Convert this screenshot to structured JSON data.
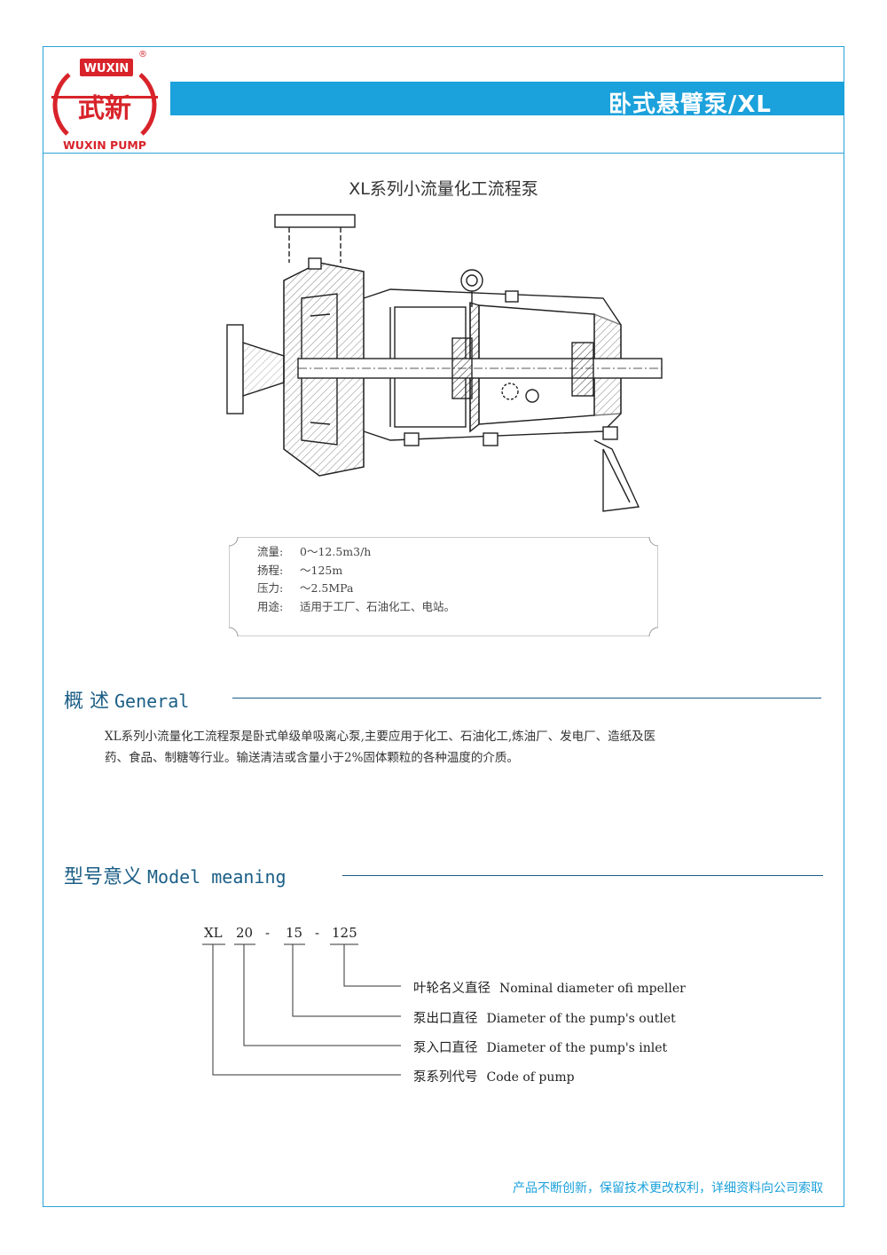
{
  "brand": {
    "top_text": "WUXIN",
    "chinese_mark": "武新",
    "bottom_text": "WUXIN PUMP",
    "registered": "®",
    "color_red": "#d8232a",
    "color_blue": "#1ba1db"
  },
  "header": {
    "title": "卧式悬臂泵/XL"
  },
  "document": {
    "title": "XL系列小流量化工流程泵"
  },
  "specs": [
    {
      "label": "流量:",
      "value": "0～12.5m3/h"
    },
    {
      "label": "扬程:",
      "value": "～125m"
    },
    {
      "label": "压力:",
      "value": "～2.5MPa"
    },
    {
      "label": "用途:",
      "value": "适用于工厂、石油化工、电站。"
    }
  ],
  "general": {
    "title_cn": "概 述",
    "title_en": "General",
    "body_line1": "XL系列小流量化工流程泵是卧式单级单吸离心泵,主要应用于化工、石油化工,炼油厂、发电厂、造纸及医",
    "body_line2": "药、食品、制糖等行业。输送清洁或含量小于2%固体颗粒的各种温度的介质。"
  },
  "model": {
    "title_cn": "型号意义",
    "title_en": "Model meaning",
    "code_parts": [
      "XL",
      "20",
      "-",
      "15",
      "-",
      "125"
    ],
    "legend": [
      {
        "cn": "叶轮名义直径",
        "en": "Nominal diameter ofi mpeller"
      },
      {
        "cn": "泵出口直径",
        "en": "Diameter of the pump's outlet"
      },
      {
        "cn": "泵入口直径",
        "en": "Diameter of the pump's inlet"
      },
      {
        "cn": "泵系列代号",
        "en": "Code of pump"
      }
    ]
  },
  "footer": {
    "text": "产品不断创新，保留技术更改权利，详细资料向公司索取"
  }
}
